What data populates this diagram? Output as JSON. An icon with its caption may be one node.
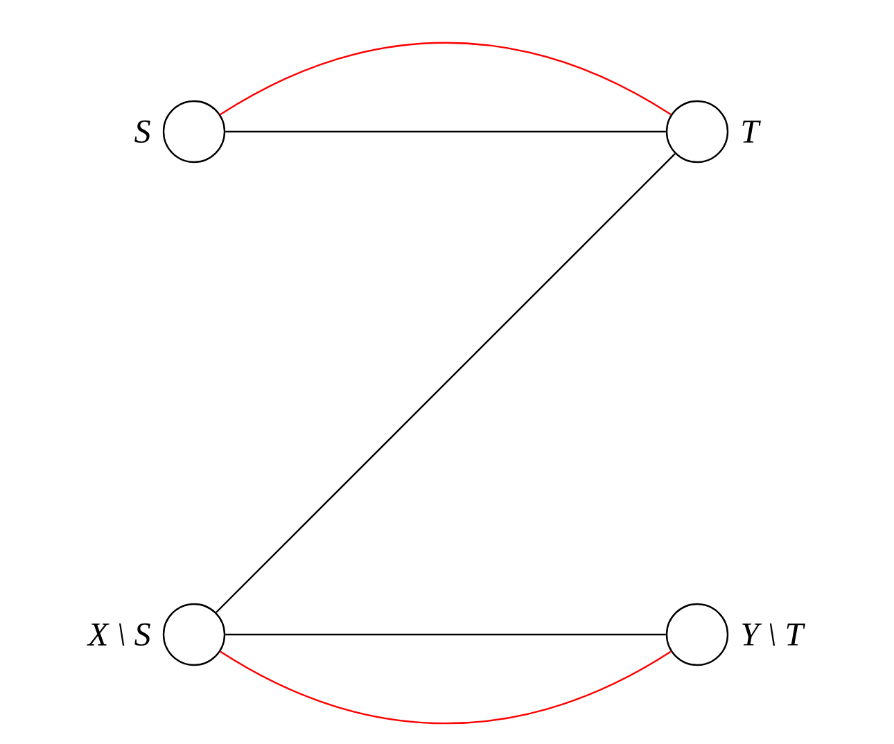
{
  "diagram": {
    "nodes": [
      {
        "text": [],
        "shape": "circle",
        "beside": [
          "S"
        ]
      },
      {
        "text": [],
        "shape": "circle",
        "beside": [
          "T"
        ]
      },
      {
        "text": [],
        "shape": "circle",
        "beside": [
          "X \\ S"
        ]
      },
      {
        "text": [],
        "shape": "circle",
        "beside": [
          "Y \\ T"
        ]
      }
    ],
    "edges": [
      {
        "from": 0,
        "to": 1,
        "arrow": "none"
      },
      {
        "from": 0,
        "to": 1,
        "arrow": "none",
        "color": "#ff0000"
      },
      {
        "from": 1,
        "to": 2,
        "arrow": "none"
      },
      {
        "from": 2,
        "to": 3,
        "arrow": "none"
      },
      {
        "from": 2,
        "to": 3,
        "arrow": "none",
        "color": "#ff0000"
      }
    ]
  }
}
